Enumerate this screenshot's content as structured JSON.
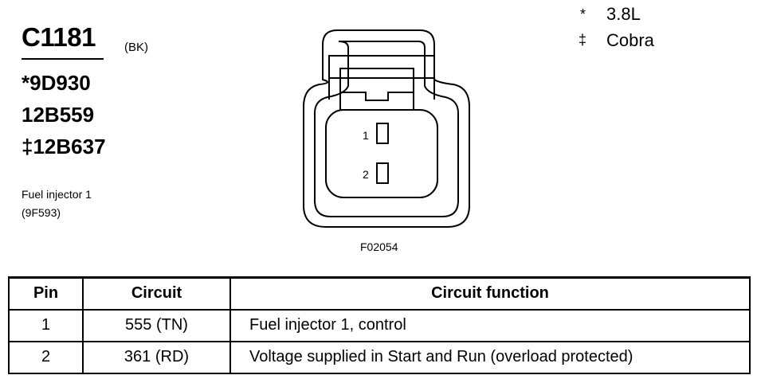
{
  "connector": {
    "id": "C1181",
    "color": "(BK)",
    "part_numbers": [
      "*9D930",
      "12B559",
      "‡12B637"
    ],
    "component_name": "Fuel injector 1",
    "component_number": "(9F593)"
  },
  "legend": [
    {
      "symbol": "*",
      "label": "3.8L"
    },
    {
      "symbol": "‡",
      "label": "Cobra"
    }
  ],
  "figure": {
    "code": "F02054",
    "pin_labels": [
      "1",
      "2"
    ]
  },
  "table": {
    "headers": [
      "Pin",
      "Circuit",
      "Circuit function"
    ],
    "rows": [
      {
        "pin": "1",
        "circuit": "555 (TN)",
        "function": "Fuel injector 1, control"
      },
      {
        "pin": "2",
        "circuit": "361 (RD)",
        "function": "Voltage supplied in Start and Run (overload protected)"
      }
    ]
  },
  "colors": {
    "ink": "#000000",
    "background": "#ffffff"
  }
}
